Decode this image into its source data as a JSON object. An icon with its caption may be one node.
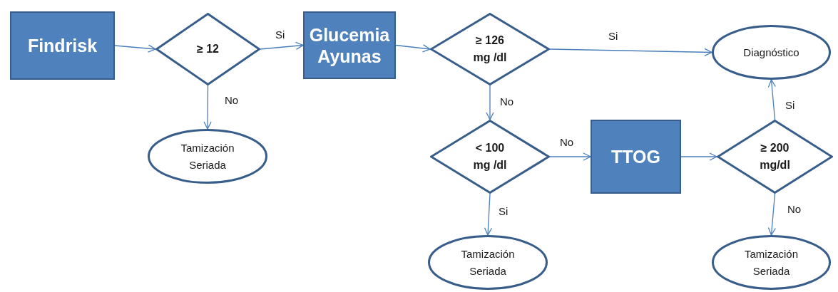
{
  "diagram": {
    "nodes": [
      {
        "text": [
          "Findrisk"
        ]
      },
      {
        "text": [
          "≥ 12"
        ]
      },
      {
        "text": [
          "Glucemia Ayunas"
        ]
      },
      {
        "text": [
          "≥ 126 mg /dl"
        ]
      },
      {
        "text": [
          "Diagnóstico"
        ]
      },
      {
        "text": [
          "Tamización Seriada"
        ]
      },
      {
        "text": [
          "< 100 mg /dl"
        ]
      },
      {
        "text": [
          "TTOG"
        ]
      },
      {
        "text": [
          "≥ 200 mg/dl"
        ]
      },
      {
        "text": [
          "Tamización Seriada"
        ]
      },
      {
        "text": [
          "Tamización Seriada"
        ]
      }
    ],
    "edges": [
      {
        "from": 0,
        "to": 1,
        "arrow": "to"
      },
      {
        "from": 1,
        "to": 2,
        "arrow": "to",
        "label": "Si"
      },
      {
        "from": 2,
        "to": 3,
        "arrow": "to"
      },
      {
        "from": 3,
        "to": 4,
        "arrow": "to",
        "label": "Si"
      },
      {
        "from": 1,
        "to": 5,
        "arrow": "to",
        "label": "No"
      },
      {
        "from": 3,
        "to": 6,
        "arrow": "to",
        "label": "No"
      },
      {
        "from": 6,
        "to": 7,
        "arrow": "to",
        "label": "No"
      },
      {
        "from": 7,
        "to": 8,
        "arrow": "to"
      },
      {
        "from": 8,
        "to": 4,
        "arrow": "to",
        "label": "Si"
      },
      {
        "from": 6,
        "to": 9,
        "arrow": "to",
        "label": "Si"
      },
      {
        "from": 8,
        "to": 10,
        "arrow": "to",
        "label": "No"
      }
    ]
  }
}
